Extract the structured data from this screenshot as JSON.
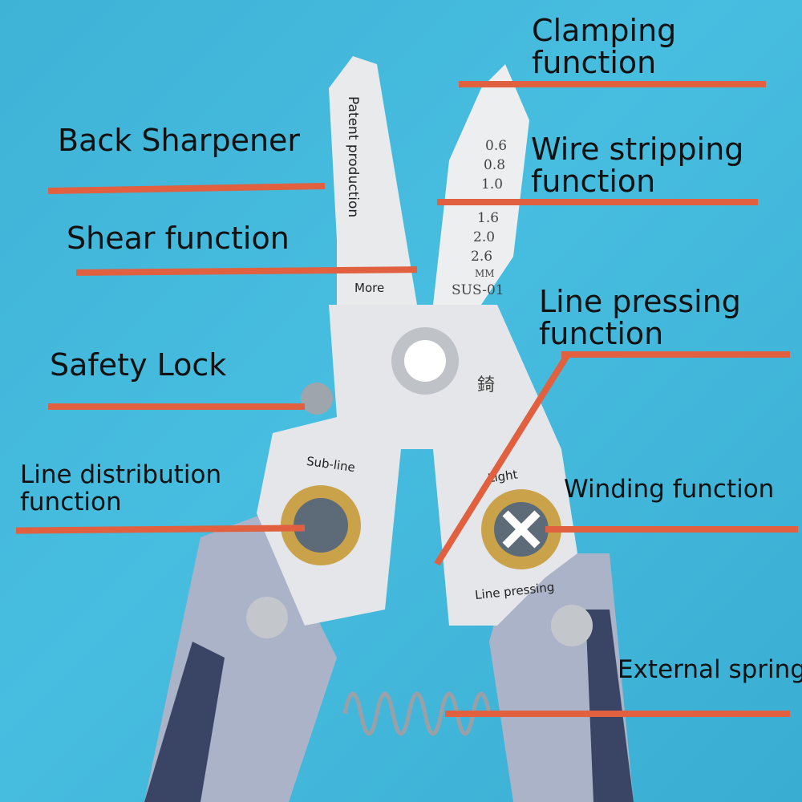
{
  "labels": {
    "clamping": "Clamping\nfunction",
    "clamping_1": "Clamping",
    "clamping_2": "function",
    "back_sharpener": "Back Sharpener",
    "wire_stripping_1": "Wire stripping",
    "wire_stripping_2": "function",
    "shear": "Shear function",
    "line_pressing_1": "Line pressing",
    "line_pressing_2": "function",
    "safety_lock": "Safety Lock",
    "line_distribution_1": "Line distribution",
    "line_distribution_2": "function",
    "winding": "Winding function",
    "external_spring": "External spring"
  },
  "tool_markings": {
    "patent": "Patent production",
    "more": "More",
    "sizes": [
      "0.6",
      "0.8",
      "1.0",
      "1.6",
      "2.0",
      "2.6"
    ],
    "unit": "MM",
    "model": "SUS-01",
    "sub_line": "Sub-line",
    "light": "Light",
    "line_pressing": "Line pressing",
    "logo_char": "錡"
  },
  "colors": {
    "background": "#44b8dc",
    "leader_line": "#e0603f",
    "handle": "#aab3c8"
  }
}
